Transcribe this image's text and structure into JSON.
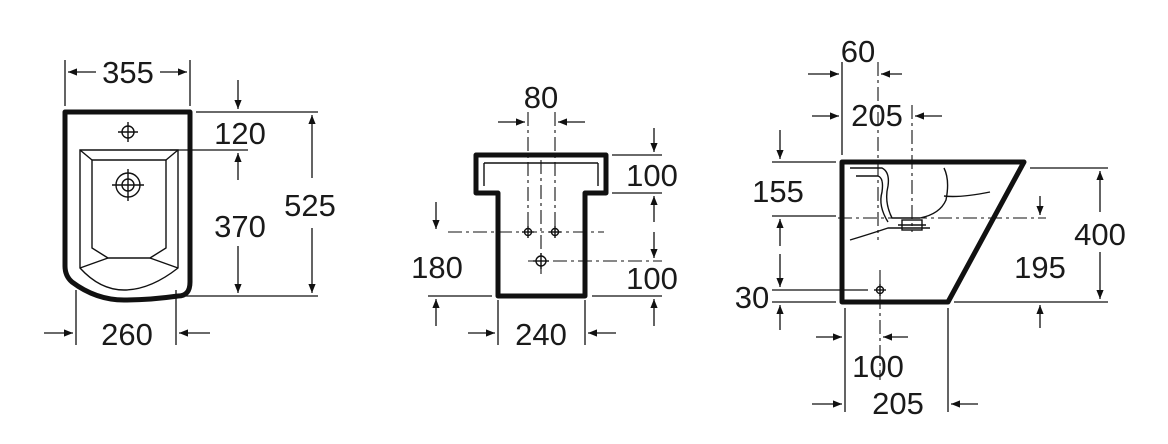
{
  "views": {
    "top": {
      "width_top": "355",
      "width_bottom": "260",
      "depth_total": "525",
      "hole_offset": "120",
      "bowl_depth": "370"
    },
    "rear": {
      "hole_spacing": "80",
      "top_band": "100",
      "lower_band": "100",
      "hole_height": "180",
      "base_width": "240"
    },
    "side": {
      "top_offset": "60",
      "top_span": "205",
      "upper_inset": "155",
      "height": "400",
      "outlet_height": "195",
      "floor_offset": "30",
      "bottom_offset": "100",
      "bottom_span": "205"
    }
  }
}
